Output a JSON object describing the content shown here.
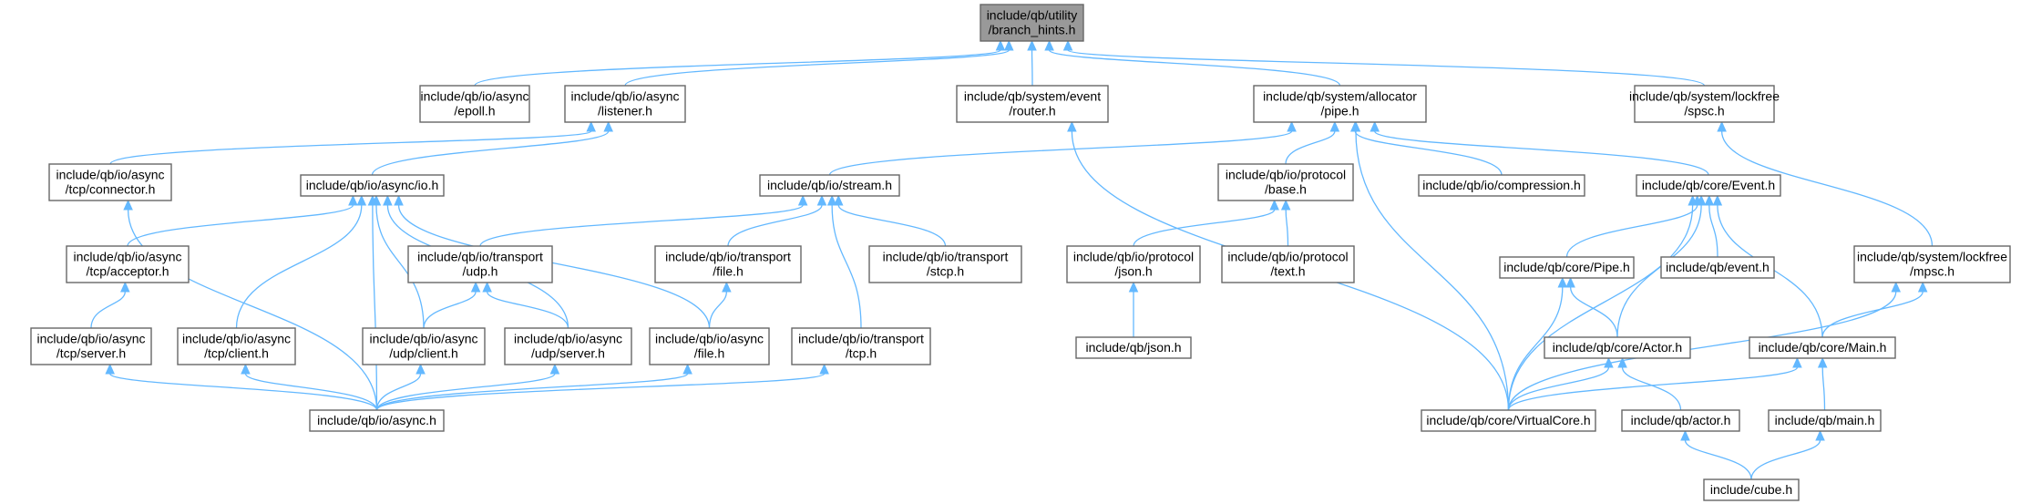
{
  "diagram": {
    "colors": {
      "edge": "#63b8ff",
      "node_border": "#666666",
      "root_fill": "#999999",
      "node_fill": "#ffffff"
    },
    "nodes": [
      {
        "id": "n0",
        "lines": [
          "include/qb/utility",
          "/branch_hints.h"
        ],
        "root": true
      },
      {
        "id": "n1",
        "lines": [
          "include/qb/io/async",
          "/epoll.h"
        ]
      },
      {
        "id": "n2",
        "lines": [
          "include/qb/io/async",
          "/listener.h"
        ]
      },
      {
        "id": "n3",
        "lines": [
          "include/qb/system/event",
          "/router.h"
        ]
      },
      {
        "id": "n4",
        "lines": [
          "include/qb/system/allocator",
          "/pipe.h"
        ]
      },
      {
        "id": "n5",
        "lines": [
          "include/qb/system/lockfree",
          "/spsc.h"
        ]
      },
      {
        "id": "n6",
        "lines": [
          "include/qb/io/async",
          "/tcp/connector.h"
        ]
      },
      {
        "id": "n7",
        "lines": [
          "include/qb/io/async/io.h"
        ]
      },
      {
        "id": "n8",
        "lines": [
          "include/qb/io/stream.h"
        ]
      },
      {
        "id": "n9",
        "lines": [
          "include/qb/io/protocol",
          "/base.h"
        ]
      },
      {
        "id": "n10",
        "lines": [
          "include/qb/io/compression.h"
        ]
      },
      {
        "id": "n11",
        "lines": [
          "include/qb/core/Event.h"
        ]
      },
      {
        "id": "n12",
        "lines": [
          "include/qb/io/async",
          "/tcp/acceptor.h"
        ]
      },
      {
        "id": "n13",
        "lines": [
          "include/qb/io/transport",
          "/udp.h"
        ]
      },
      {
        "id": "n14",
        "lines": [
          "include/qb/io/transport",
          "/file.h"
        ]
      },
      {
        "id": "n15",
        "lines": [
          "include/qb/io/transport",
          "/stcp.h"
        ]
      },
      {
        "id": "n16",
        "lines": [
          "include/qb/io/protocol",
          "/json.h"
        ]
      },
      {
        "id": "n17",
        "lines": [
          "include/qb/io/protocol",
          "/text.h"
        ]
      },
      {
        "id": "n18",
        "lines": [
          "include/qb/core/Pipe.h"
        ]
      },
      {
        "id": "n19",
        "lines": [
          "include/qb/event.h"
        ]
      },
      {
        "id": "n20",
        "lines": [
          "include/qb/system/lockfree",
          "/mpsc.h"
        ]
      },
      {
        "id": "n21",
        "lines": [
          "include/qb/io/async",
          "/tcp/server.h"
        ]
      },
      {
        "id": "n22",
        "lines": [
          "include/qb/io/async",
          "/tcp/client.h"
        ]
      },
      {
        "id": "n23",
        "lines": [
          "include/qb/io/async",
          "/udp/client.h"
        ]
      },
      {
        "id": "n24",
        "lines": [
          "include/qb/io/async",
          "/udp/server.h"
        ]
      },
      {
        "id": "n25",
        "lines": [
          "include/qb/io/async",
          "/file.h"
        ]
      },
      {
        "id": "n26",
        "lines": [
          "include/qb/io/transport",
          "/tcp.h"
        ]
      },
      {
        "id": "n27",
        "lines": [
          "include/qb/json.h"
        ]
      },
      {
        "id": "n28",
        "lines": [
          "include/qb/core/Actor.h"
        ]
      },
      {
        "id": "n29",
        "lines": [
          "include/qb/core/Main.h"
        ]
      },
      {
        "id": "n30",
        "lines": [
          "include/qb/io/async.h"
        ]
      },
      {
        "id": "n31",
        "lines": [
          "include/qb/core/VirtualCore.h"
        ]
      },
      {
        "id": "n32",
        "lines": [
          "include/qb/actor.h"
        ]
      },
      {
        "id": "n33",
        "lines": [
          "include/qb/main.h"
        ]
      },
      {
        "id": "n34",
        "lines": [
          "include/cube.h"
        ]
      }
    ],
    "edges": [
      {
        "from": "n1",
        "to": "n0"
      },
      {
        "from": "n2",
        "to": "n0"
      },
      {
        "from": "n3",
        "to": "n0"
      },
      {
        "from": "n4",
        "to": "n0"
      },
      {
        "from": "n5",
        "to": "n0"
      },
      {
        "from": "n6",
        "to": "n2"
      },
      {
        "from": "n7",
        "to": "n2"
      },
      {
        "from": "n8",
        "to": "n4"
      },
      {
        "from": "n9",
        "to": "n4"
      },
      {
        "from": "n10",
        "to": "n4"
      },
      {
        "from": "n11",
        "to": "n4"
      },
      {
        "from": "n31",
        "to": "n4"
      },
      {
        "from": "n12",
        "to": "n7"
      },
      {
        "from": "n22",
        "to": "n7"
      },
      {
        "from": "n23",
        "to": "n7"
      },
      {
        "from": "n24",
        "to": "n7"
      },
      {
        "from": "n25",
        "to": "n7"
      },
      {
        "from": "n30",
        "to": "n7"
      },
      {
        "from": "n13",
        "to": "n8"
      },
      {
        "from": "n14",
        "to": "n8"
      },
      {
        "from": "n15",
        "to": "n8"
      },
      {
        "from": "n26",
        "to": "n8"
      },
      {
        "from": "n16",
        "to": "n9"
      },
      {
        "from": "n17",
        "to": "n9"
      },
      {
        "from": "n18",
        "to": "n11"
      },
      {
        "from": "n19",
        "to": "n11"
      },
      {
        "from": "n28",
        "to": "n11"
      },
      {
        "from": "n29",
        "to": "n11"
      },
      {
        "from": "n31",
        "to": "n11"
      },
      {
        "from": "n20",
        "to": "n5"
      },
      {
        "from": "n21",
        "to": "n12"
      },
      {
        "from": "n23",
        "to": "n13"
      },
      {
        "from": "n24",
        "to": "n13"
      },
      {
        "from": "n25",
        "to": "n14"
      },
      {
        "from": "n27",
        "to": "n16"
      },
      {
        "from": "n28",
        "to": "n18"
      },
      {
        "from": "n31",
        "to": "n18"
      },
      {
        "from": "n29",
        "to": "n20"
      },
      {
        "from": "n31",
        "to": "n20"
      },
      {
        "from": "n30",
        "to": "n21"
      },
      {
        "from": "n30",
        "to": "n22"
      },
      {
        "from": "n30",
        "to": "n23"
      },
      {
        "from": "n30",
        "to": "n24"
      },
      {
        "from": "n30",
        "to": "n25"
      },
      {
        "from": "n30",
        "to": "n26"
      },
      {
        "from": "n30",
        "to": "n6"
      },
      {
        "from": "n31",
        "to": "n3"
      },
      {
        "from": "n31",
        "to": "n28"
      },
      {
        "from": "n32",
        "to": "n28"
      },
      {
        "from": "n31",
        "to": "n29"
      },
      {
        "from": "n33",
        "to": "n29"
      },
      {
        "from": "n34",
        "to": "n32"
      },
      {
        "from": "n34",
        "to": "n33"
      }
    ]
  }
}
